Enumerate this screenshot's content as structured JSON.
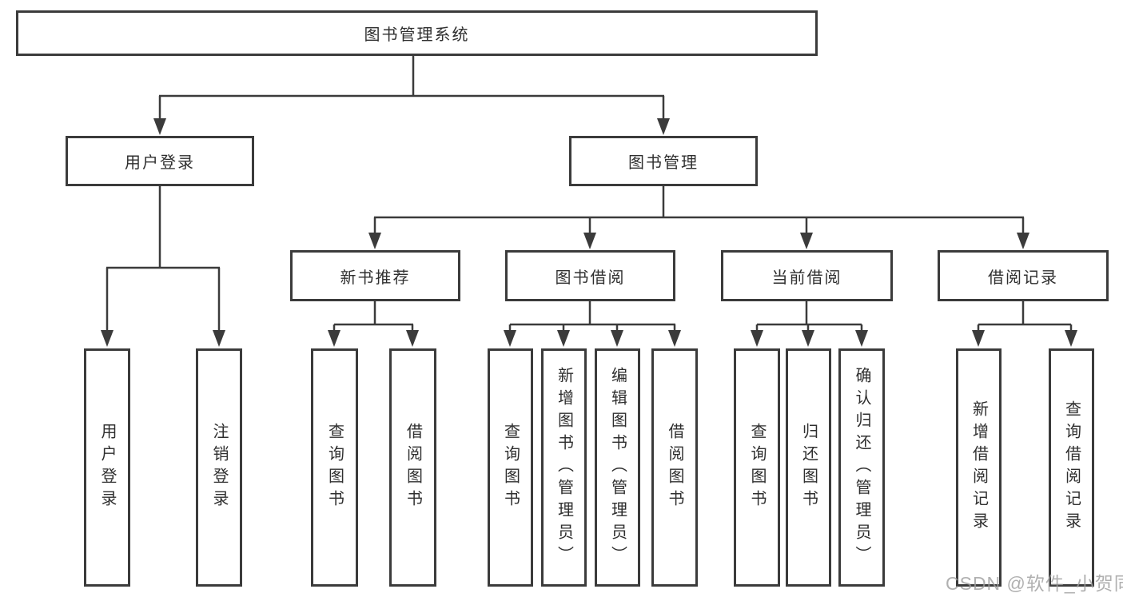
{
  "tree": {
    "root": "图书管理系统",
    "level2": [
      "用户登录",
      "图书管理"
    ],
    "level3": [
      "新书推荐",
      "图书借阅",
      "当前借阅",
      "借阅记录"
    ],
    "leaves_user_login": [
      "用户登录",
      "注销登录"
    ],
    "leaves_new_books": [
      "查询图书",
      "借阅图书"
    ],
    "leaves_book_borrow": [
      "查询图书",
      "新增图书（管理员）",
      "编辑图书（管理员）",
      "借阅图书"
    ],
    "leaves_current_borrow": [
      "查询图书",
      "归还图书",
      "确认归还（管理员）"
    ],
    "leaves_borrow_records": [
      "新增借阅记录",
      "查询借阅记录"
    ]
  },
  "watermark": "CSDN @软件_小贺同学",
  "colors": {
    "line": "#3b3b3b",
    "box_border": "#3b3b3b",
    "text": "#2f2f2f",
    "watermark": "#9d9d9d",
    "background": "#ffffff"
  }
}
